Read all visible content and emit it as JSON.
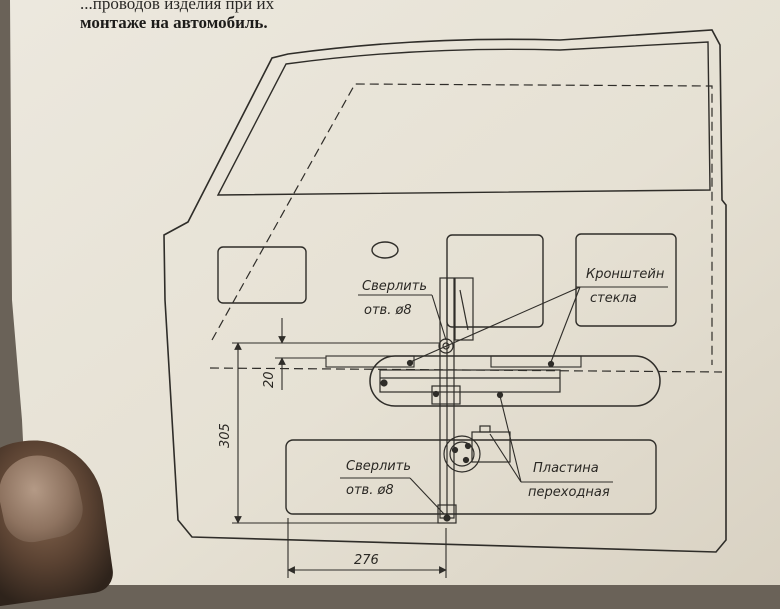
{
  "header": {
    "line1": "...проводов изделия при их",
    "line2": "монтаже на автомобиль."
  },
  "diagram": {
    "labels": {
      "drill_top": [
        "Сверлить",
        "отв. ø8"
      ],
      "bracket": [
        "Кронштейн",
        "стекла"
      ],
      "plate": [
        "Пластина",
        "переходная"
      ],
      "drill_bottom": [
        "Сверлить",
        "отв. ø8"
      ]
    },
    "dimensions": {
      "vertical_total": "305",
      "vertical_small": "20",
      "horizontal": "276"
    }
  },
  "colors": {
    "paper": "#e9e4d8",
    "line": "#2f2d29",
    "background": "#6a6258"
  }
}
